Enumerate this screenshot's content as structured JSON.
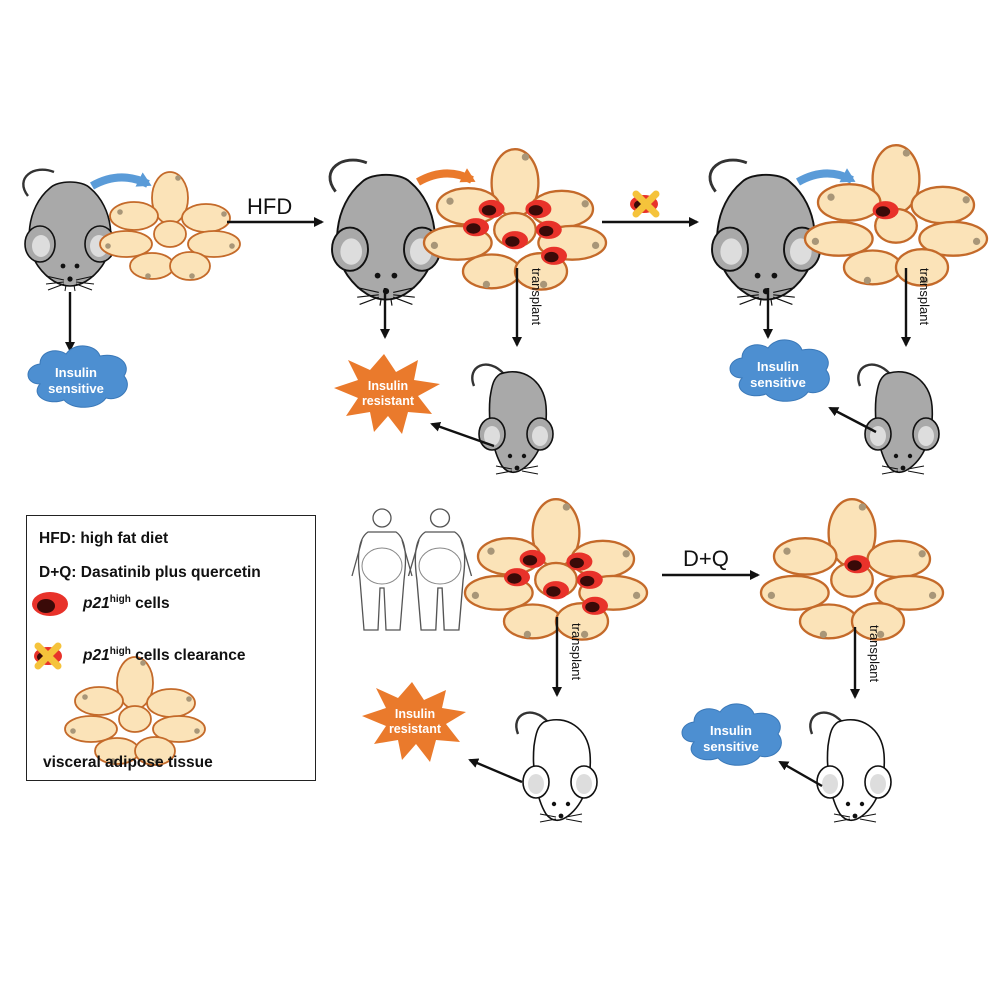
{
  "labels": {
    "hfd": "HFD",
    "dq": "D+Q",
    "transplant": "transplant",
    "insulin_sensitive_line1": "Insulin",
    "insulin_sensitive_line2": "sensitive",
    "insulin_resistant_line1": "Insulin",
    "insulin_resistant_line2": "resistant"
  },
  "legend": {
    "hfd": "HFD: high fat diet",
    "dq": "D+Q: Dasatinib plus quercetin",
    "p21_gene": "p21",
    "p21_sup": "high",
    "p21_cells_suffix": " cells",
    "clearance_suffix": " cells clearance",
    "vat": "visceral adipose tissue"
  },
  "colors": {
    "mouse_gray": "#a9a9a9",
    "mouse_white": "#ffffff",
    "adipocyte_fill": "#fbe3b8",
    "adipocyte_stroke": "#c46a2a",
    "senescent_red": "#e8322a",
    "senescent_dark": "#3a0a08",
    "sensitive_blue": "#4d8fd1",
    "resistant_orange": "#ea7a2c",
    "arrow_blue": "#5a9bd8",
    "arrow_orange": "#ea7a2c",
    "clearance_yellow": "#f5c33b"
  },
  "icons": [
    "mouse-icon",
    "adipose-tissue-icon",
    "senescent-cell-icon",
    "clearance-x-icon",
    "human-figure-icon",
    "cloud-badge-icon",
    "starburst-badge-icon"
  ]
}
